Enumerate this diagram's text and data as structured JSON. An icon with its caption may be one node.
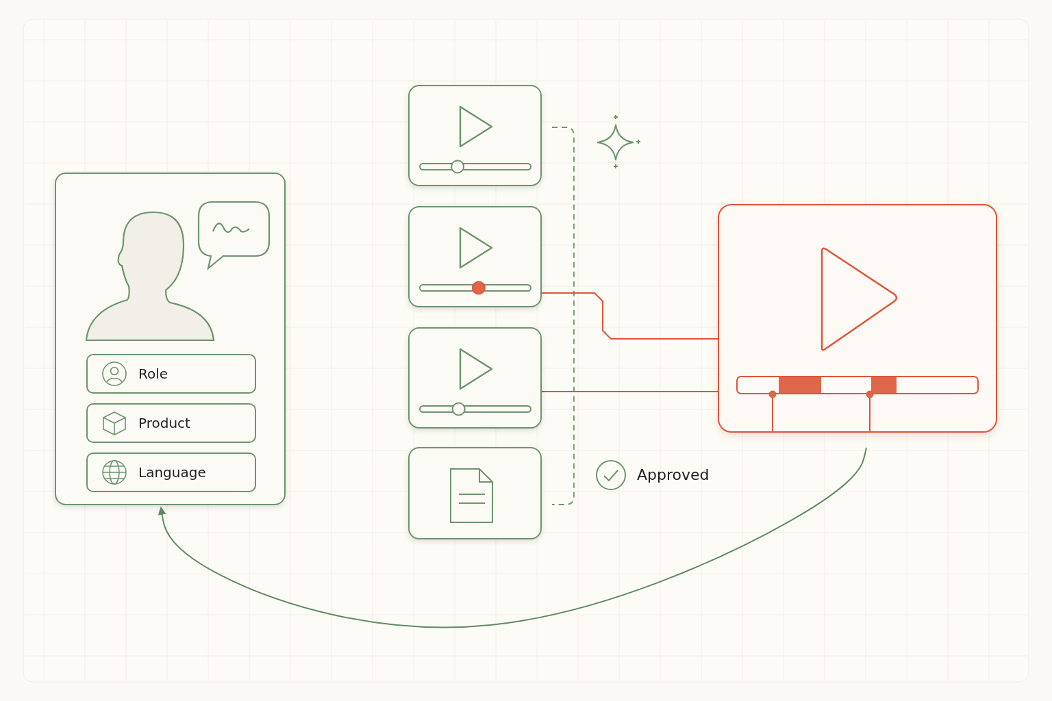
{
  "diagram": {
    "nodes": [
      {
        "text": [],
        "shape": "box"
      },
      {
        "text": [
          "Role"
        ],
        "in": 0
      },
      {
        "text": [
          "Product"
        ],
        "in": 0
      },
      {
        "text": [
          "Language"
        ],
        "in": 0
      },
      {
        "text": [],
        "shape": "box"
      },
      {
        "text": [],
        "shape": "box"
      },
      {
        "text": [],
        "shape": "box"
      },
      {
        "text": [],
        "shape": "box"
      },
      {
        "text": [],
        "shape": "box"
      }
    ],
    "edges": [
      {
        "from": 5,
        "to": 8,
        "arrow": "none",
        "color": "#e0533a"
      },
      {
        "from": 6,
        "to": 8,
        "arrow": "none",
        "color": "#e0533a"
      },
      {
        "from": 8,
        "to": 0,
        "arrow": "to",
        "color": "#5f8a5f"
      }
    ],
    "labels": [
      "Approved"
    ]
  }
}
